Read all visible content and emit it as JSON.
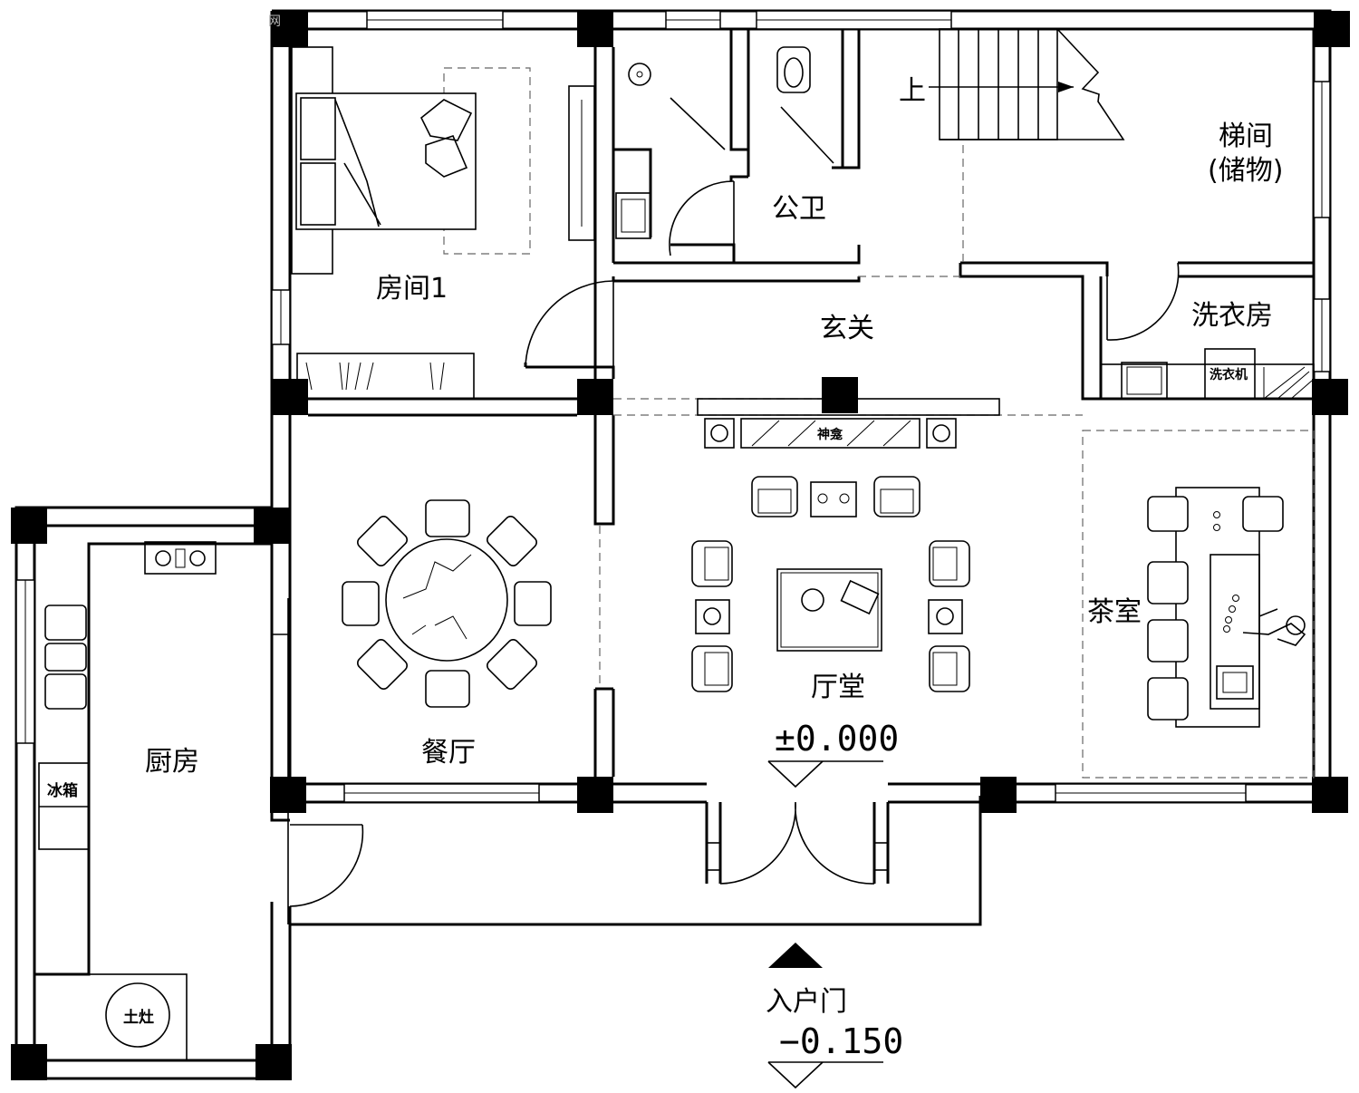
{
  "rooms": {
    "room1": "房间1",
    "public_toilet": "公卫",
    "stair_line1": "梯间",
    "stair_line2": "(储物)",
    "stair_up": "上",
    "foyer": "玄关",
    "laundry": "洗衣房",
    "dining": "餐厅",
    "hall": "厅堂",
    "tea_room": "茶室",
    "kitchen": "厨房",
    "entrance": "入户门"
  },
  "fixtures": {
    "fridge": "冰箱",
    "stove": "土灶",
    "washer": "洗衣机",
    "shrine": "神龛"
  },
  "levels": {
    "hall": "±0.000",
    "entrance": "−0.150"
  },
  "watermark": "网"
}
